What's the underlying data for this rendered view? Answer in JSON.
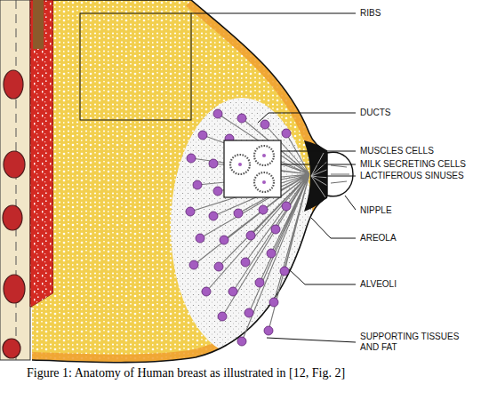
{
  "diagram": {
    "caption": "Figure 1: Anatomy of Human breast as illustrated in [12, Fig. 2]",
    "labels": [
      "RIBS",
      "DUCTS",
      "MUSCLES CELLS",
      "MILK SECRETING CELLS",
      "LACTIFEROUS SINUSES",
      "NIPPLE",
      "AREOLA",
      "ALVEOLI",
      "SUPPORTING TISSUES AND FAT"
    ]
  }
}
